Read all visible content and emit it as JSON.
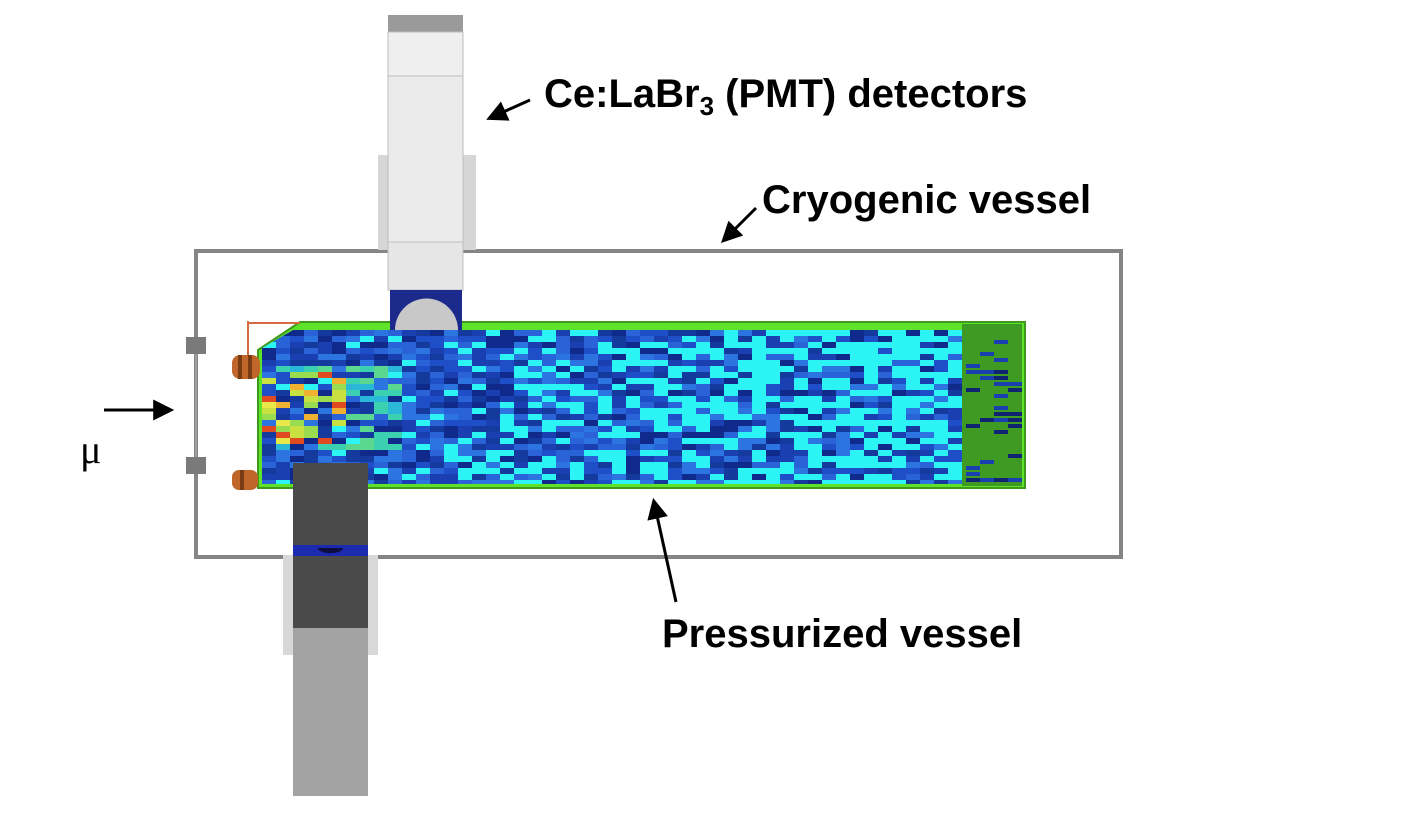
{
  "labels": {
    "detector_prefix": "Ce:LaBr",
    "detector_sub": "3",
    "detector_suffix": " (PMT) detectors",
    "cryogenic": "Cryogenic vessel",
    "pressurized": "Pressurized vessel",
    "beam": "μ"
  },
  "colors": {
    "outline_gray": "#858585",
    "pressure_green": "#5ee22a",
    "heat_blue": "#1a3fb0",
    "heat_cyan": "#2cf4f4",
    "pmt_light": "#ebebeb",
    "pmt_dark": "#4a4a4a",
    "window_navy": "#1c2a8c",
    "copper": "#c0662a"
  },
  "icons": {
    "top_detector": "pmt-detector-icon",
    "bottom_detector": "pmt-detector-icon",
    "beam_arrow": "arrow-right-icon"
  }
}
